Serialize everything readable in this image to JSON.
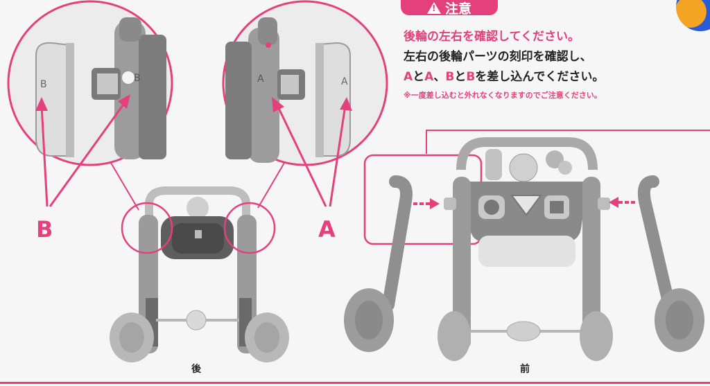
{
  "warning": {
    "badge_label": "注意",
    "title": "後輪の左右を確認してください。",
    "line2": "左右の後輪パーツの刻印を確認し、",
    "line3": {
      "a1": "A",
      "to1": "と",
      "a2": "A",
      "sep": "、",
      "b1": "B",
      "to2": "と",
      "b2": "B",
      "rest": "を差し込んでください。"
    },
    "note": "※一度差し込むと外れなくなりますのでご注意ください。"
  },
  "labels": {
    "marker_b": "B",
    "marker_a": "A",
    "stamp_b": "B",
    "stamp_a": "A"
  },
  "captions": {
    "rear": "後",
    "front": "前"
  },
  "colors": {
    "accent": "#e4407c",
    "part_gray": "#8c8c8c",
    "text": "#222222"
  }
}
